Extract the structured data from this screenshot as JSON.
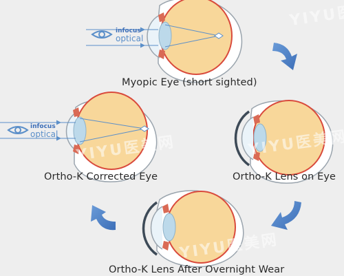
{
  "captions": {
    "myopic": "Myopic Eye (short sighted)",
    "corrected": "Ortho-K Corrected Eye",
    "lens_on": "Ortho-K Lens on Eye",
    "after_wear": "Ortho-K Lens After Overnight Wear"
  },
  "logo": {
    "line1": "infocus",
    "line2": "optical"
  },
  "watermark": "YIYU医美网",
  "colors": {
    "background": "#eeeeee",
    "eyeball_fill": "#f8d79a",
    "eyeball_stroke": "#d94a3c",
    "sclera_fill": "#ffffff",
    "sclera_stroke": "#9aa4ad",
    "lens_fill": "#bcd9ea",
    "iris": "#d96a55",
    "ray": "#5b8fc9",
    "arrow": "#4a7fc9",
    "ortho_lens": "#3d4a57"
  }
}
